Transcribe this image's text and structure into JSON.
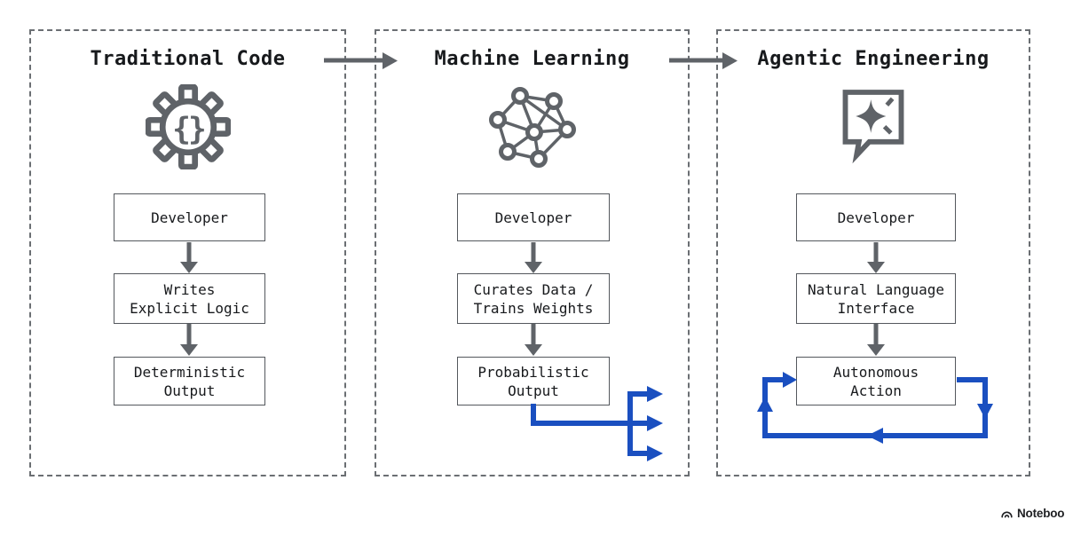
{
  "colors": {
    "icon_gray": "#5f6368",
    "accent_blue": "#1a4fc0",
    "text": "#17191c"
  },
  "panels": [
    {
      "title": "Traditional Code",
      "icon": "gear-code-icon",
      "boxes": [
        [
          "Developer"
        ],
        [
          "Writes",
          "Explicit Logic"
        ],
        [
          "Deterministic",
          "Output"
        ]
      ]
    },
    {
      "title": "Machine Learning",
      "icon": "neural-network-icon",
      "boxes": [
        [
          "Developer"
        ],
        [
          "Curates Data /",
          "Trains Weights"
        ],
        [
          "Probabilistic",
          "Output"
        ]
      ]
    },
    {
      "title": "Agentic Engineering",
      "icon": "sparkle-chat-icon",
      "boxes": [
        [
          "Developer"
        ],
        [
          "Natural Language",
          "Interface"
        ],
        [
          "Autonomous",
          "Action"
        ]
      ]
    }
  ],
  "footer": {
    "brand": "NotebookLM"
  }
}
